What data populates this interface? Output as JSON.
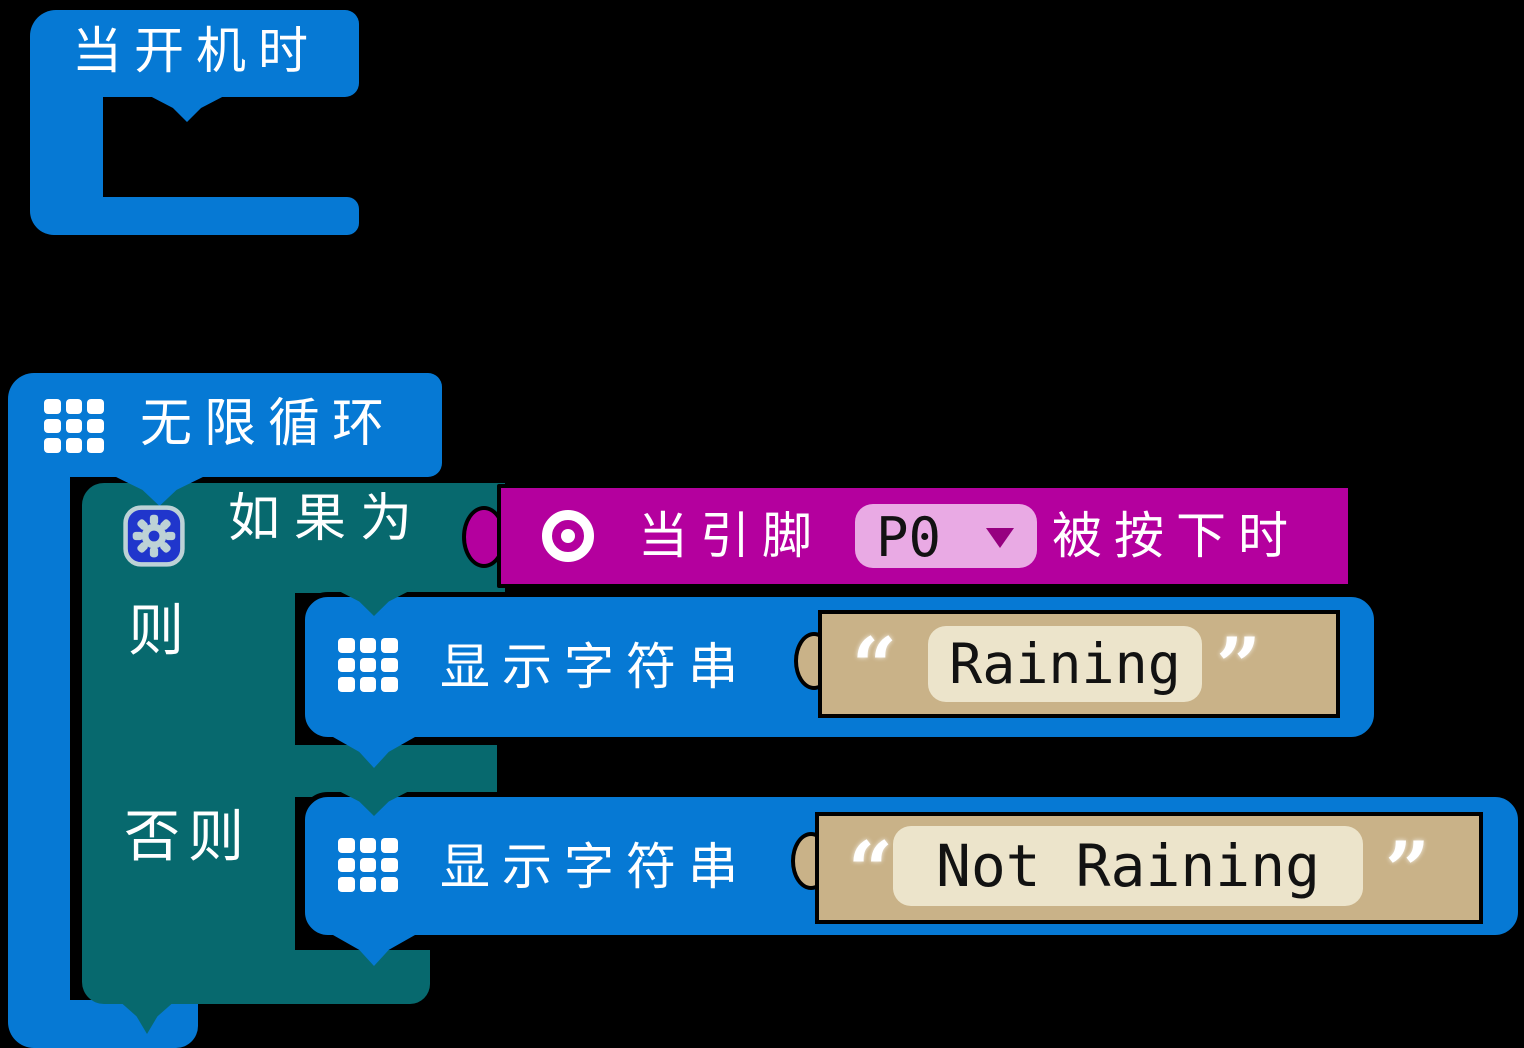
{
  "colors": {
    "blue": "#0679d4",
    "teal": "#07696e",
    "magenta": "#b4009e",
    "tan": "#c9b288",
    "field": "#ece4cb",
    "pink": "#e9aae4",
    "caret": "#960080",
    "gear_fill": "#2036cc",
    "gear_stroke": "#bdd2d6",
    "text": "#ffffff",
    "background": "#000000"
  },
  "on_start": {
    "label": "当开机时"
  },
  "forever": {
    "label": "无限循环"
  },
  "if_else": {
    "if_label": "如果为",
    "then_label": "则",
    "else_label": "否则"
  },
  "pin_pressed": {
    "text_before": "当引脚",
    "pin_value": "P0",
    "text_after": "被按下时"
  },
  "show_string_then": {
    "label": "显示字符串",
    "value": "Raining",
    "open_quote": "“",
    "close_quote": "”"
  },
  "show_string_else": {
    "label": "显示字符串",
    "value": "Not Raining",
    "open_quote": "“",
    "close_quote": "”"
  }
}
